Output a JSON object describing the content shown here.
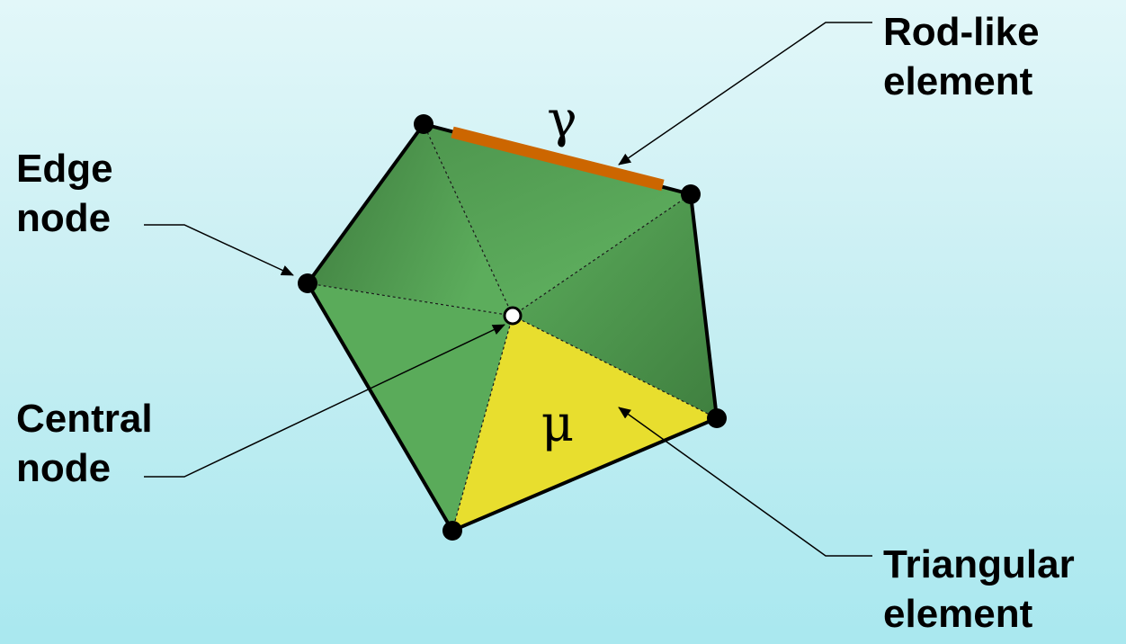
{
  "title": "",
  "labels": {
    "rod_like_element": {
      "line1": "Rod-like",
      "line2": "element"
    },
    "edge_node": {
      "line1": "Edge",
      "line2": "node"
    },
    "central_node": {
      "line1": "Central",
      "line2": "node"
    },
    "triangular_element": {
      "line1": "Triangular",
      "line2": "element"
    }
  },
  "symbols": {
    "rod_symbol": "γ",
    "triangle_symbol": "μ"
  },
  "colors": {
    "background_top": "#e2f7f9",
    "background_bottom": "#a9e8ef",
    "mesh_green_light": "#5aab5a",
    "mesh_green_dark": "#3f7f3f",
    "triangular_element_fill": "#e8de2e",
    "rod_element": "#cc6600",
    "node_fill": "#000000",
    "central_node_fill": "#ffffff"
  }
}
